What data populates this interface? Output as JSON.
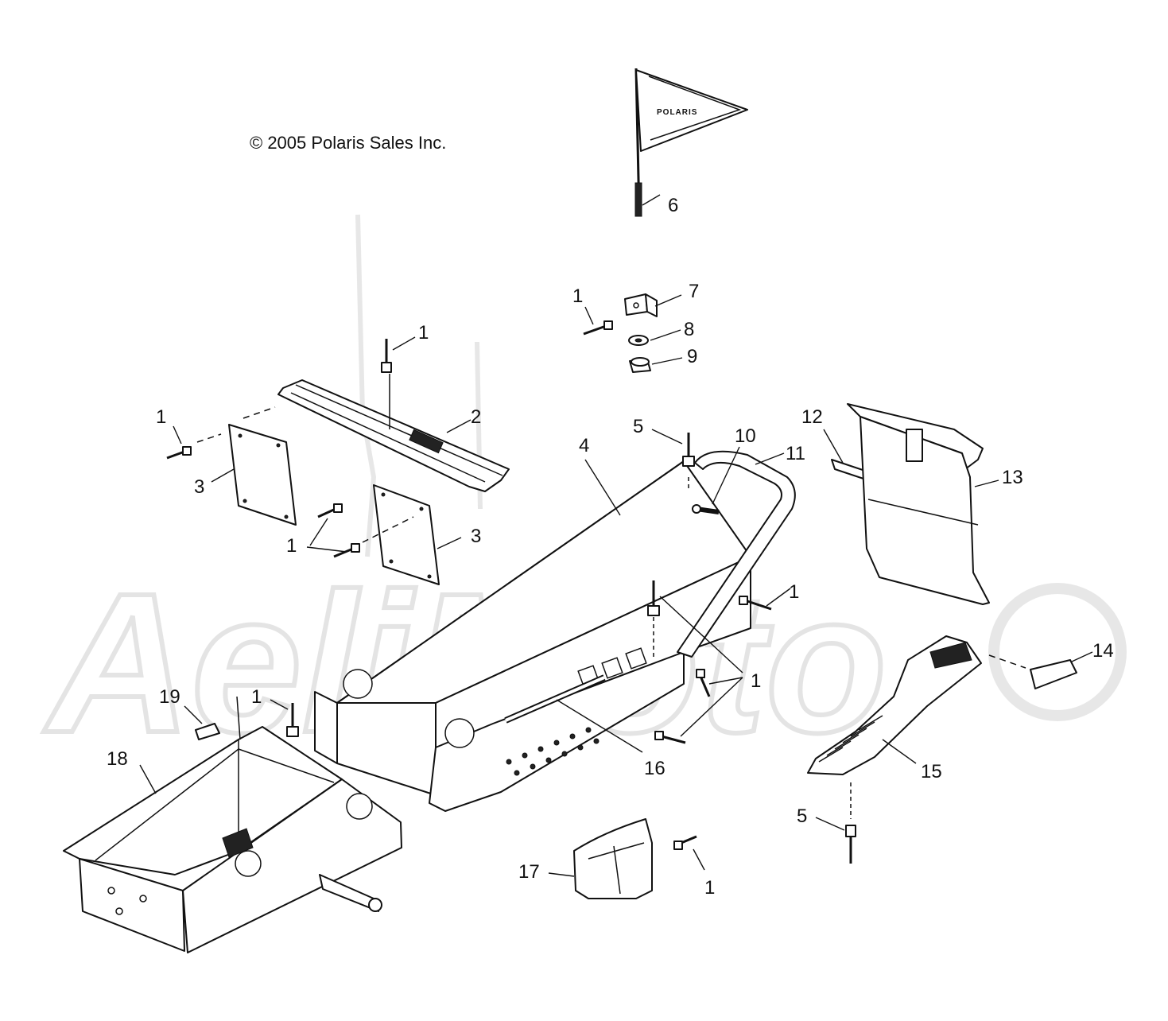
{
  "copyright": "© 2005 Polaris Sales Inc.",
  "flag_text": "POLARIS",
  "watermark_text": "AeliMoto",
  "labels": [
    {
      "id": "label-1a",
      "text": "1"
    },
    {
      "id": "label-1b",
      "text": "1"
    },
    {
      "id": "label-1c",
      "text": "1"
    },
    {
      "id": "label-1d",
      "text": "1"
    },
    {
      "id": "label-1e",
      "text": "1"
    },
    {
      "id": "label-1f",
      "text": "1"
    },
    {
      "id": "label-1g",
      "text": "1"
    },
    {
      "id": "label-1h",
      "text": "1"
    },
    {
      "id": "label-2",
      "text": "2"
    },
    {
      "id": "label-3a",
      "text": "3"
    },
    {
      "id": "label-3b",
      "text": "3"
    },
    {
      "id": "label-4",
      "text": "4"
    },
    {
      "id": "label-5a",
      "text": "5"
    },
    {
      "id": "label-5b",
      "text": "5"
    },
    {
      "id": "label-6",
      "text": "6"
    },
    {
      "id": "label-7",
      "text": "7"
    },
    {
      "id": "label-8",
      "text": "8"
    },
    {
      "id": "label-9",
      "text": "9"
    },
    {
      "id": "label-10",
      "text": "10"
    },
    {
      "id": "label-11",
      "text": "11"
    },
    {
      "id": "label-12",
      "text": "12"
    },
    {
      "id": "label-13",
      "text": "13"
    },
    {
      "id": "label-14",
      "text": "14"
    },
    {
      "id": "label-15",
      "text": "15"
    },
    {
      "id": "label-16",
      "text": "16"
    },
    {
      "id": "label-17",
      "text": "17"
    },
    {
      "id": "label-18",
      "text": "18"
    },
    {
      "id": "label-19",
      "text": "19"
    }
  ]
}
